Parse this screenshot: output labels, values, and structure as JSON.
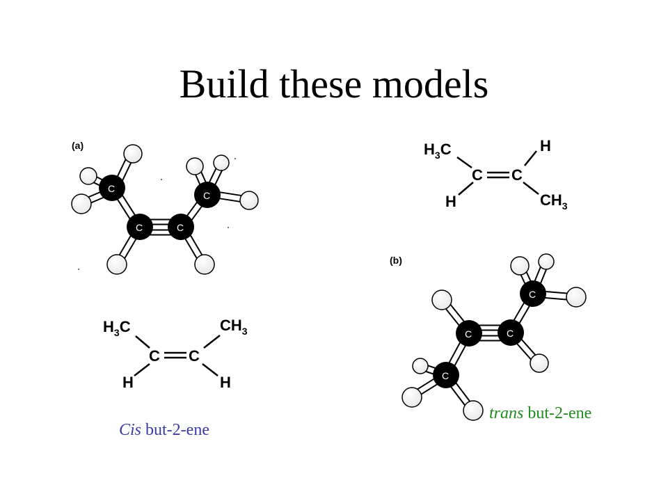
{
  "title": "Build these models",
  "model_a": {
    "panel_label": "(a)",
    "carbon_label": "C"
  },
  "model_b": {
    "panel_label": "(b)",
    "carbon_label": "C"
  },
  "trans_formula": {
    "h3c": "H",
    "h3c_sub": "3",
    "h3c_tail": "C",
    "h_top": "H",
    "c_left": "C",
    "c_right": "C",
    "h_bottom": "H",
    "ch3_head": "CH",
    "ch3_sub": "3"
  },
  "cis_formula": {
    "h3c": "H",
    "h3c_sub": "3",
    "h3c_tail": "C",
    "ch3_head": "CH",
    "ch3_sub": "3",
    "c_left": "C",
    "c_right": "C",
    "h_left": "H",
    "h_right": "H"
  },
  "captions": {
    "cis_prefix": "Cis",
    "cis_rest": " but-2-ene",
    "cis_color": "#3a3aa8",
    "trans_prefix": "trans",
    "trans_rest": " but-2-ene",
    "trans_color": "#1f8a1f"
  }
}
